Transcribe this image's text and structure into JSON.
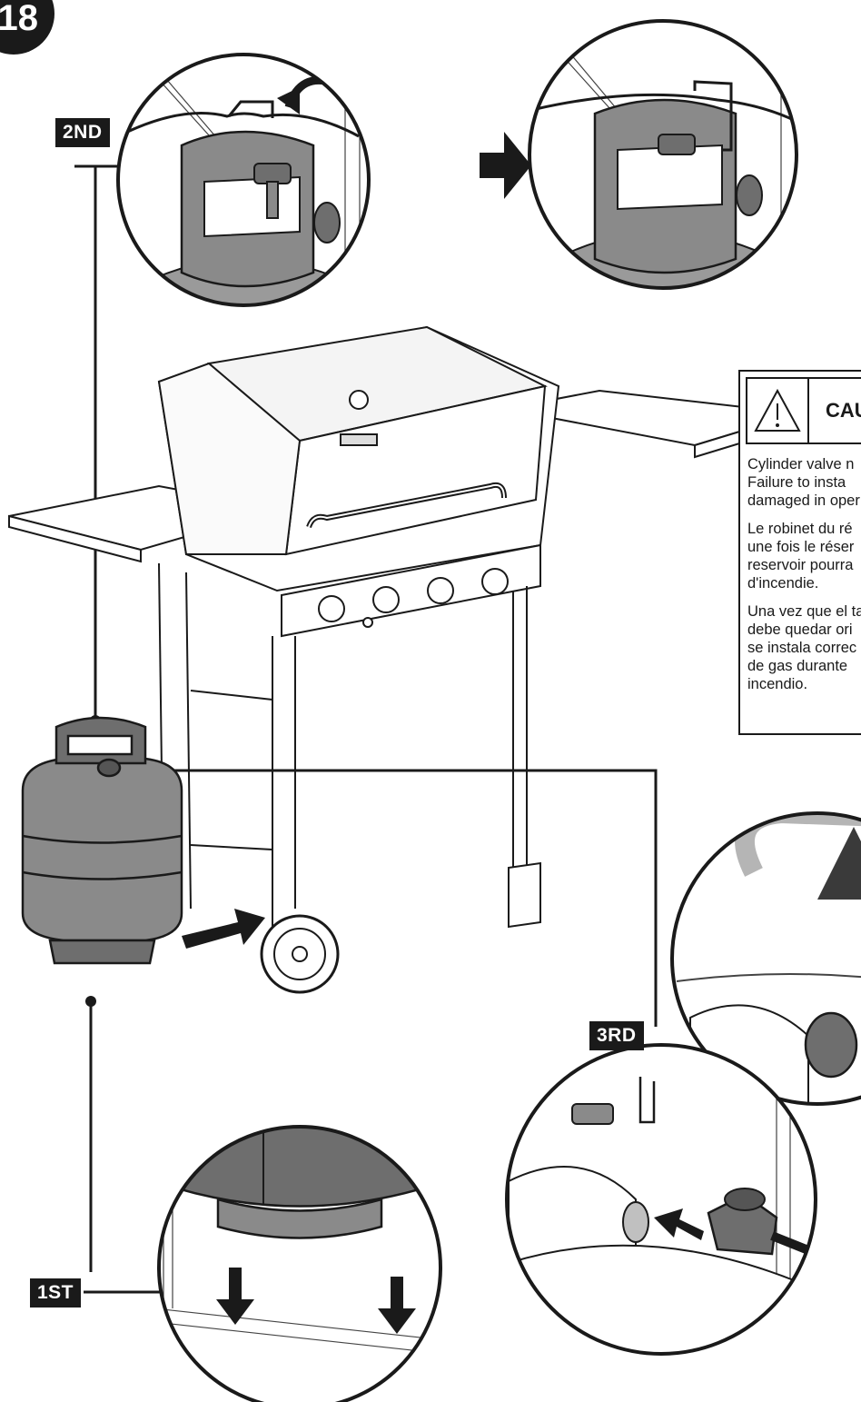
{
  "step": {
    "number": "18"
  },
  "labels": {
    "first": "1ST",
    "second": "2ND",
    "third": "3RD"
  },
  "caution": {
    "heading": "CAU",
    "paragraphs": [
      "Cylinder valve n\nFailure to insta\ndamaged in oper",
      "Le robinet du ré\nune fois le réser\nreservoir pourra\nd'incendie.",
      "Una vez que el ta\ndebe quedar ori\nse instala correc\nde gas durante\nincendio."
    ]
  },
  "colors": {
    "ink": "#1a1a1a",
    "tank_gray": "#8a8a8a",
    "tank_dark": "#6e6e6e",
    "background": "#ffffff"
  },
  "icons": [
    "warning-triangle-icon",
    "curved-arrow-icon",
    "right-arrow-icon",
    "down-arrow-icon"
  ]
}
